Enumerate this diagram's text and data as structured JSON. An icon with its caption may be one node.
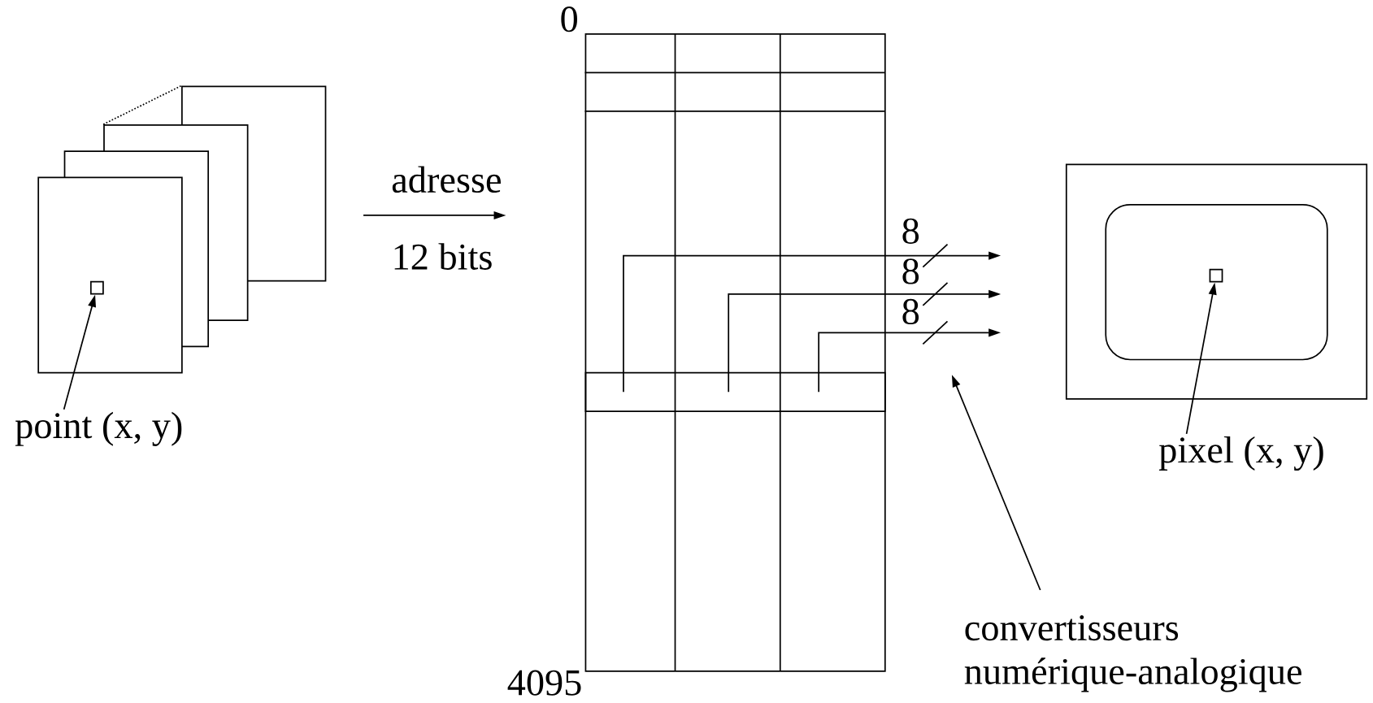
{
  "diagram": {
    "nodes": [
      {
        "text": [],
        "shape": "box"
      },
      {
        "text": [],
        "shape": "box"
      },
      {
        "text": [],
        "shape": "box"
      },
      {
        "text": [],
        "shape": "box"
      },
      {
        "text": [],
        "shape": "box"
      },
      {
        "text": [
          "point (x, y)"
        ]
      },
      {
        "text": [],
        "shape": "box"
      },
      {
        "text": [],
        "shape": "bar",
        "in": 6
      },
      {
        "text": [],
        "shape": "box"
      },
      {
        "text": [],
        "shape": "box",
        "in": 8
      },
      {
        "text": [],
        "shape": "box",
        "in": 9
      },
      {
        "text": [
          "pixel (x, y)"
        ]
      },
      {
        "text": [
          "convertisseurs numérique-analogique"
        ]
      }
    ],
    "edges": [
      {
        "from": 5,
        "to": 4,
        "arrow": "to"
      },
      {
        "from": 7,
        "to": null,
        "arrow": "to",
        "label": "8"
      },
      {
        "from": 7,
        "to": null,
        "arrow": "to",
        "label": "8"
      },
      {
        "from": 7,
        "to": null,
        "arrow": "to",
        "label": "8"
      },
      {
        "from": 12,
        "to": null,
        "arrow": "to"
      },
      {
        "from": 11,
        "to": 10,
        "arrow": "to"
      }
    ],
    "labels": [
      "adresse",
      "12 bits",
      "0",
      "4095"
    ]
  }
}
